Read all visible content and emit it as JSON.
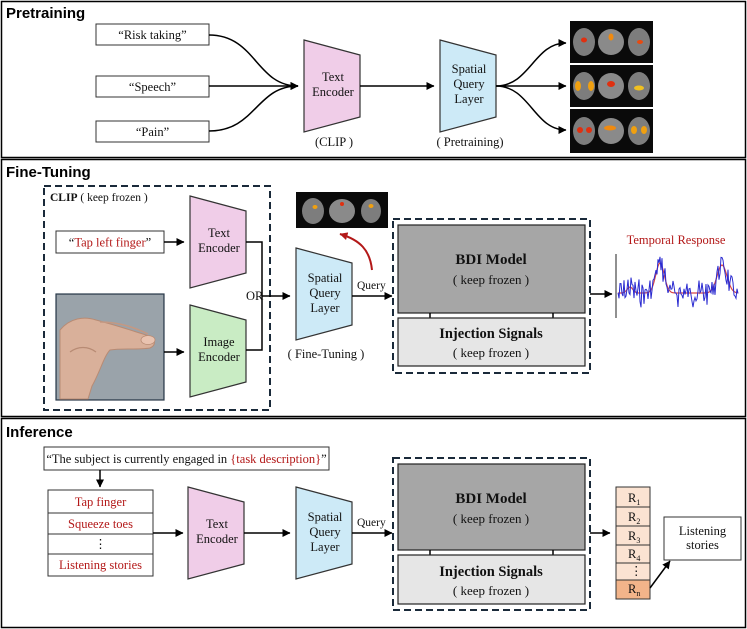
{
  "sections": {
    "pretraining": "Pretraining",
    "finetuning": "Fine-Tuning",
    "inference": "Inference"
  },
  "pretraining": {
    "prompts": [
      "“Risk taking”",
      "“Speech”",
      "“Pain”"
    ],
    "text_encoder": [
      "Text",
      "Encoder"
    ],
    "text_encoder_caption": "(CLIP )",
    "sql": [
      "Spatial",
      "Query",
      "Layer"
    ],
    "sql_caption": "( Pretraining)"
  },
  "finetuning": {
    "clip_bold": "CLIP",
    "clip_rest": " ( keep frozen )",
    "prompt_open": "“",
    "prompt_text": "Tap left finger",
    "prompt_close": "”",
    "text_encoder": [
      "Text",
      "Encoder"
    ],
    "image_encoder": [
      "Image",
      "Encoder"
    ],
    "or_label": "OR",
    "sql": [
      "Spatial",
      "Query",
      "Layer"
    ],
    "sql_caption": "( Fine-Tuning )",
    "query_label": "Query",
    "bdi_title": "BDI Model",
    "bdi_sub": "( keep frozen )",
    "inj_title": "Injection Signals",
    "inj_sub": "( keep frozen )",
    "temporal_response": "Temporal Response"
  },
  "inference": {
    "sentence_pre": "“The subject is currently engaged in ",
    "sentence_task": "{task description}",
    "sentence_post": "”",
    "tasks": [
      "Tap finger",
      "Squeeze toes",
      "⋮",
      "Listening stories"
    ],
    "text_encoder": [
      "Text",
      "Encoder"
    ],
    "sql": [
      "Spatial",
      "Query",
      "Layer"
    ],
    "query_label": "Query",
    "bdi_title": "BDI Model",
    "bdi_sub": "( keep frozen )",
    "inj_title": "Injection Signals",
    "inj_sub": "( keep frozen )",
    "responses": [
      {
        "base": "R",
        "sub": "1"
      },
      {
        "base": "R",
        "sub": "2"
      },
      {
        "base": "R",
        "sub": "3"
      },
      {
        "base": "R",
        "sub": "4"
      },
      {
        "base": "⋮",
        "sub": ""
      },
      {
        "base": "R",
        "sub": "n"
      }
    ],
    "output": [
      "Listening",
      "stories"
    ]
  },
  "colors": {
    "text_encoder": "#f0cde8",
    "image_encoder": "#c9ecc4",
    "sql": "#cdeaf7",
    "bdi": "#a6a6a6",
    "injection": "#e6e6e6",
    "red_text": "#b31818",
    "response_fill": "#fbe3d2",
    "response_last": "#f2b48a",
    "signal_blue": "#2a2ad0",
    "signal_red": "#d84848"
  }
}
